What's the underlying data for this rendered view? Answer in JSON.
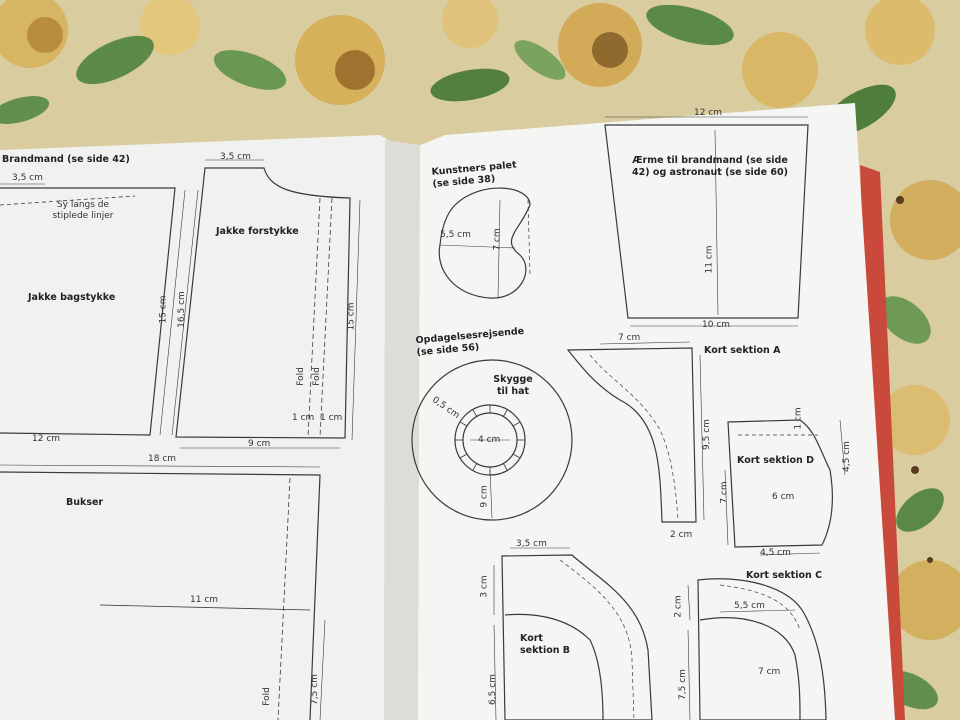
{
  "left_page": {
    "header": "Brandmand (se side 42)",
    "jakke_bagstykke": {
      "title": "Jakke bagstykke",
      "note": "Sy langs de stiplede linjer",
      "dim_top": "3,5 cm",
      "dim_bottom": "12 cm",
      "dim_side_a": "15 cm",
      "dim_side_b": "16,5 cm"
    },
    "jakke_forstykke": {
      "title": "Jakke forstykke",
      "dim_top": "3,5 cm",
      "dim_bottom": "9 cm",
      "dim_side": "15 cm",
      "fold_a": "Fold",
      "fold_b": "Fold",
      "dim_fold_a": "1 cm",
      "dim_fold_b": "1 cm"
    },
    "bukser": {
      "title": "Bukser",
      "dim_top": "18 cm",
      "dim_mid": "11 cm",
      "fold": "Fold",
      "dim_side": "7,5 cm"
    }
  },
  "right_page": {
    "kunstners_palet": {
      "title": "Kunstners palet (se side 38)",
      "dim_width": "5,5 cm",
      "dim_height": "7 cm"
    },
    "aerme": {
      "title": "Ærme til brandmand (se side 42) og astronaut (se side 60)",
      "dim_top": "12 cm",
      "dim_height": "11 cm",
      "dim_bottom": "10 cm"
    },
    "opdagelsesrejsende": {
      "title": "Opdagelsesrejsende (se side 56)",
      "hat_title": "Skygge til hat",
      "dim_ring": "0,5 cm",
      "dim_inner": "4 cm",
      "dim_radius": "9 cm"
    },
    "kort_a": {
      "title": "Kort sektion A",
      "dim_top": "7 cm",
      "dim_side": "9,5 cm",
      "dim_bottom": "2 cm"
    },
    "kort_d": {
      "title": "Kort sektion D",
      "dim_corner": "1 cm",
      "dim_side": "4,5 cm",
      "dim_height": "7 cm",
      "dim_mid": "6 cm",
      "dim_bottom": "4,5 cm"
    },
    "kort_b": {
      "title": "Kort sektion B",
      "dim_top": "3,5 cm",
      "dim_side_a": "3 cm",
      "dim_side_b": "6,5 cm"
    },
    "kort_c": {
      "title": "Kort sektion C",
      "dim_side_a": "2 cm",
      "dim_top": "5,5 cm",
      "dim_side_b": "7,5 cm",
      "dim_mid": "7 cm"
    }
  },
  "colors": {
    "background_cloth": "#d8c79a",
    "page": "#f3f3f1",
    "ink": "#3a3a3a",
    "book_spine_red": "#c4473a",
    "leaf_green": "#5f8a4a",
    "rose_yellow": "#d7b45e"
  }
}
